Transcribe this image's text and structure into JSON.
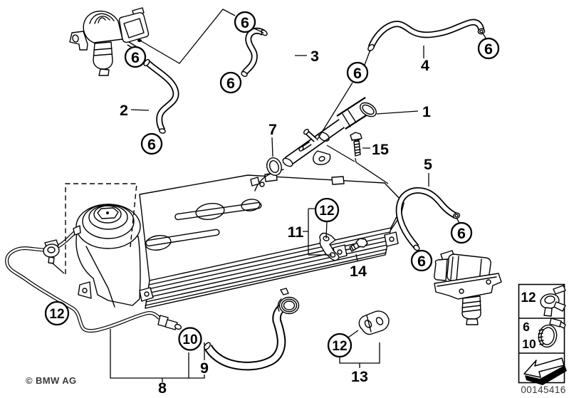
{
  "colors": {
    "line": "#000000",
    "background": "#ffffff",
    "footer_text": "#3a3a3a"
  },
  "part_labels": [
    "1",
    "2",
    "3",
    "4",
    "5",
    "7",
    "8",
    "9",
    "11",
    "13",
    "14",
    "15"
  ],
  "callout_circles": [
    "6",
    "6",
    "6",
    "6",
    "6",
    "6",
    "6",
    "6",
    "12",
    "12",
    "12",
    "10"
  ],
  "legend": {
    "clip_number": "12",
    "clamp_numbers": [
      "6",
      "10"
    ],
    "icons": {
      "clip": "spring-clip-icon",
      "clamp": "hose-clamp-icon",
      "direction": "direction-arrow-icon"
    }
  },
  "footer": {
    "copyright": "© BMW AG",
    "image_number": "00145416"
  }
}
